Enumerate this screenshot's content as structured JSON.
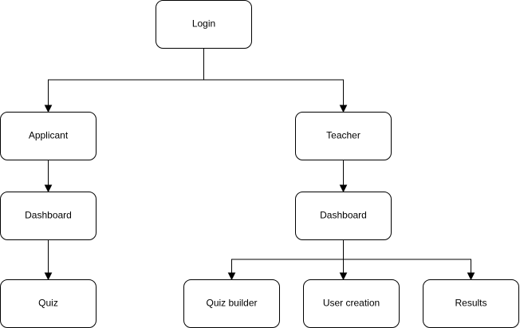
{
  "diagram": {
    "nodes": {
      "login": "Login",
      "applicant": "Applicant",
      "teacher": "Teacher",
      "applicant_dashboard": "Dashboard",
      "teacher_dashboard": "Dashboard",
      "quiz": "Quiz",
      "quiz_builder": "Quiz builder",
      "user_creation": "User creation",
      "results": "Results"
    },
    "edges": [
      {
        "from": "login",
        "to": "applicant"
      },
      {
        "from": "login",
        "to": "teacher"
      },
      {
        "from": "applicant",
        "to": "applicant_dashboard"
      },
      {
        "from": "applicant_dashboard",
        "to": "quiz"
      },
      {
        "from": "teacher",
        "to": "teacher_dashboard"
      },
      {
        "from": "teacher_dashboard",
        "to": "quiz_builder"
      },
      {
        "from": "teacher_dashboard",
        "to": "user_creation"
      },
      {
        "from": "teacher_dashboard",
        "to": "results"
      }
    ],
    "colors": {
      "stroke": "#000000",
      "fill": "#ffffff",
      "text": "#000000"
    }
  }
}
